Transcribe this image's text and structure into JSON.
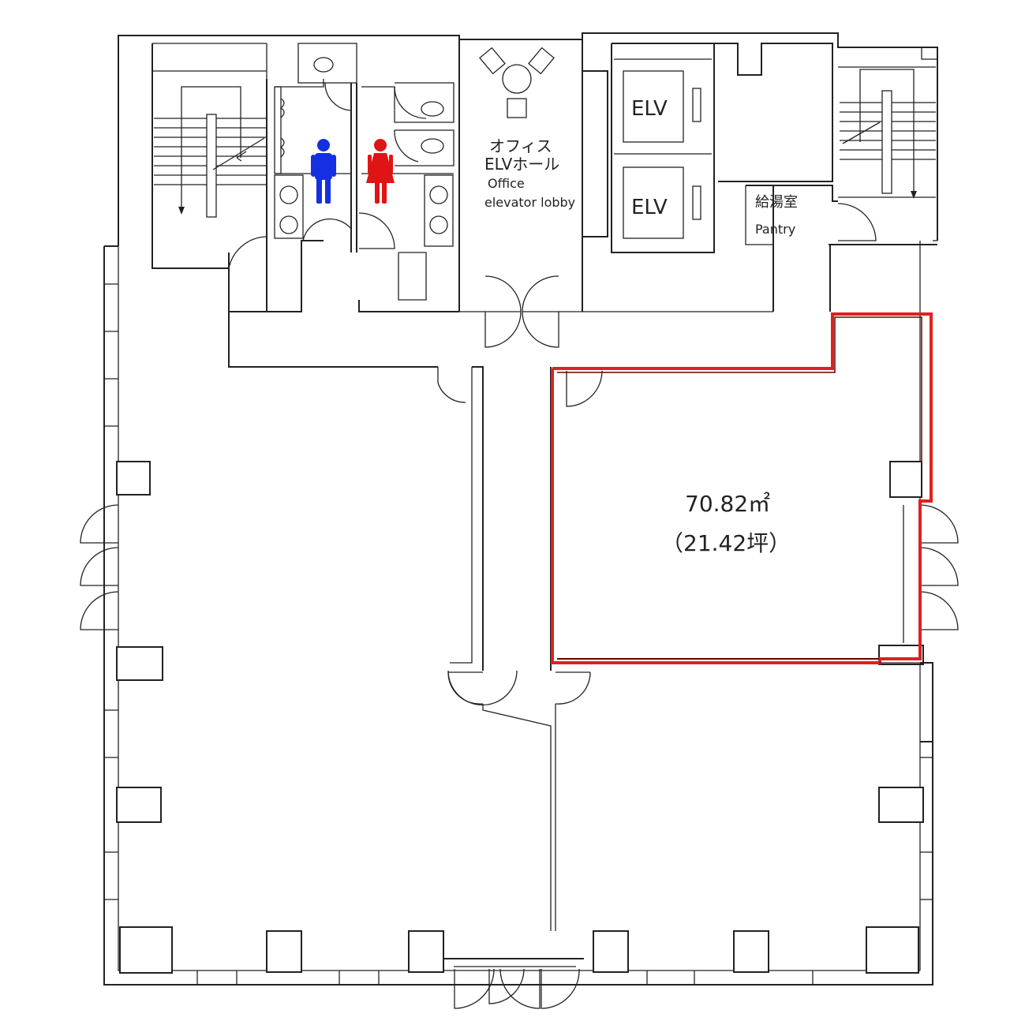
{
  "labels": {
    "office_lobby_ja_1": "オフィス",
    "office_lobby_ja_2": "ELVホール",
    "office_lobby_en_1": "Office",
    "office_lobby_en_2": "elevator lobby",
    "elevator_1": "ELV",
    "elevator_2": "ELV",
    "pantry_ja": "給湯室",
    "pantry_en": "Pantry",
    "area_sqm": "70.82㎡",
    "area_tsubo": "（21.42坪）"
  },
  "colors": {
    "line": "#222222",
    "highlight_outer": "#e02020",
    "highlight_inner": "#6a0000",
    "male_icon": "#1430e0",
    "female_icon": "#e01414"
  },
  "icons": [
    "male-restroom-icon",
    "female-restroom-icon"
  ]
}
